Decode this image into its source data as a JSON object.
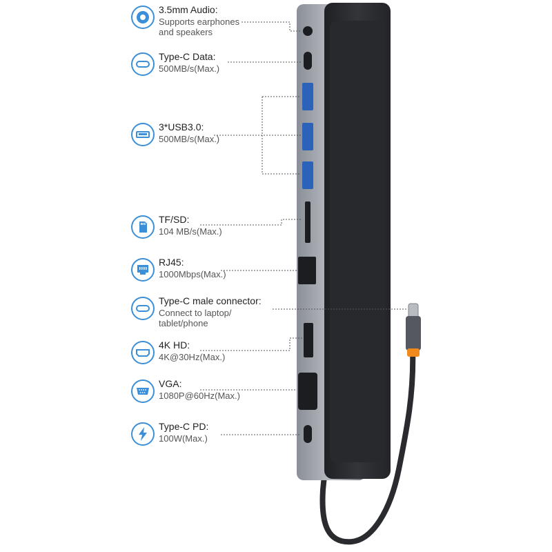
{
  "specs": [
    {
      "id": "audio",
      "title": "3.5mm Audio:",
      "desc": [
        "Supports earphones",
        "and speakers"
      ],
      "icon": "headphone-jack-icon"
    },
    {
      "id": "typec-data",
      "title": "Type-C Data:",
      "desc": [
        "500MB/s(Max.)"
      ],
      "icon": "usb-c-port-icon"
    },
    {
      "id": "usb3",
      "title": "3*USB3.0:",
      "desc": [
        "500MB/s(Max.)"
      ],
      "icon": "usb-a-port-icon"
    },
    {
      "id": "tfsd",
      "title": "TF/SD:",
      "desc": [
        "104 MB/s(Max.)"
      ],
      "icon": "sd-card-icon"
    },
    {
      "id": "rj45",
      "title": "RJ45:",
      "desc": [
        "1000Mbps(Max.)"
      ],
      "icon": "ethernet-port-icon"
    },
    {
      "id": "typec-male",
      "title": "Type-C male connector:",
      "desc": [
        "Connect to laptop/",
        "tablet/phone"
      ],
      "icon": "usb-c-port-icon"
    },
    {
      "id": "hdmi",
      "title": "4K HD:",
      "desc": [
        "4K@30Hz(Max.)"
      ],
      "icon": "hdmi-port-icon"
    },
    {
      "id": "vga",
      "title": "VGA:",
      "desc": [
        "1080P@60Hz(Max.)"
      ],
      "icon": "vga-port-icon"
    },
    {
      "id": "pd",
      "title": "Type-C PD:",
      "desc": [
        "100W(Max.)"
      ],
      "icon": "lightning-icon"
    }
  ],
  "colors": {
    "accent": "#3a8fd8",
    "hub_body": "#2b2d31",
    "hub_frame": "#6b6f78",
    "cable_tip": "#f08a1c"
  }
}
